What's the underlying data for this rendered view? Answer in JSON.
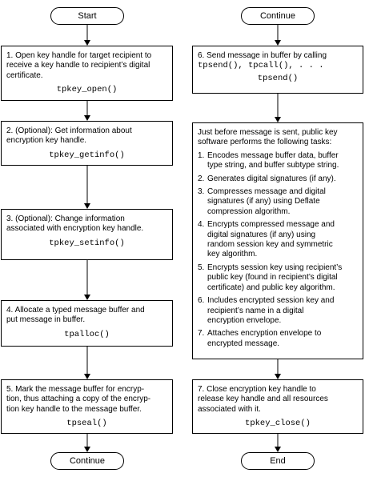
{
  "left_column": {
    "start": "Start",
    "end": "Continue",
    "steps": [
      {
        "text": "1. Open key handle for target recipient to\nreceive a key handle to recipient’s digital\ncertificate.",
        "function": "tpkey_open()"
      },
      {
        "text": "2. (Optional): Get information about\nencryption key handle.",
        "function": "tpkey_getinfo()"
      },
      {
        "text": "3. (Optional): Change information\nassociated with encryption key handle.",
        "function": "tpkey_setinfo()"
      },
      {
        "text": "4. Allocate a typed message buffer and\nput message in buffer.",
        "function": "tpalloc()"
      },
      {
        "text": "5. Mark the message buffer for encryp-\ntion, thus attaching a copy of the encryp-\ntion key handle to the message buffer.",
        "function": "tpseal()"
      }
    ]
  },
  "right_column": {
    "start": "Continue",
    "end": "End",
    "step6": {
      "text": "6. Send message in buffer by calling",
      "calls": "tpsend(), tpcall(), . . .",
      "function": "tpsend()"
    },
    "tasks_box": {
      "intro": "Just before message is sent, public key\nsoftware performs the following tasks:",
      "items": [
        {
          "num": "1.",
          "text": "Encodes message buffer data, buffer\ntype string, and buffer subtype string."
        },
        {
          "num": "2.",
          "text": "Generates digital signatures (if any)."
        },
        {
          "num": "3.",
          "text": "Compresses message and digital\nsignatures (if any) using Deflate\ncompression algorithm."
        },
        {
          "num": "4.",
          "text": "Encrypts compressed message and\ndigital signatures (if any) using\nrandom session key and symmetric\nkey algorithm."
        },
        {
          "num": "5.",
          "text": "Encrypts session key using recipient’s\npublic key (found in recipient’s digital\ncertificate) and public key algorithm."
        },
        {
          "num": "6.",
          "text": "Includes encrypted session key and\nrecipient’s name in a digital\nencryption envelope."
        },
        {
          "num": "7.",
          "text": "Attaches encryption envelope to\nencrypted message."
        }
      ]
    },
    "step7": {
      "text": "7. Close encryption key handle to\nrelease key handle and all resources\nassociated with it.",
      "function": "tpkey_close()"
    }
  }
}
